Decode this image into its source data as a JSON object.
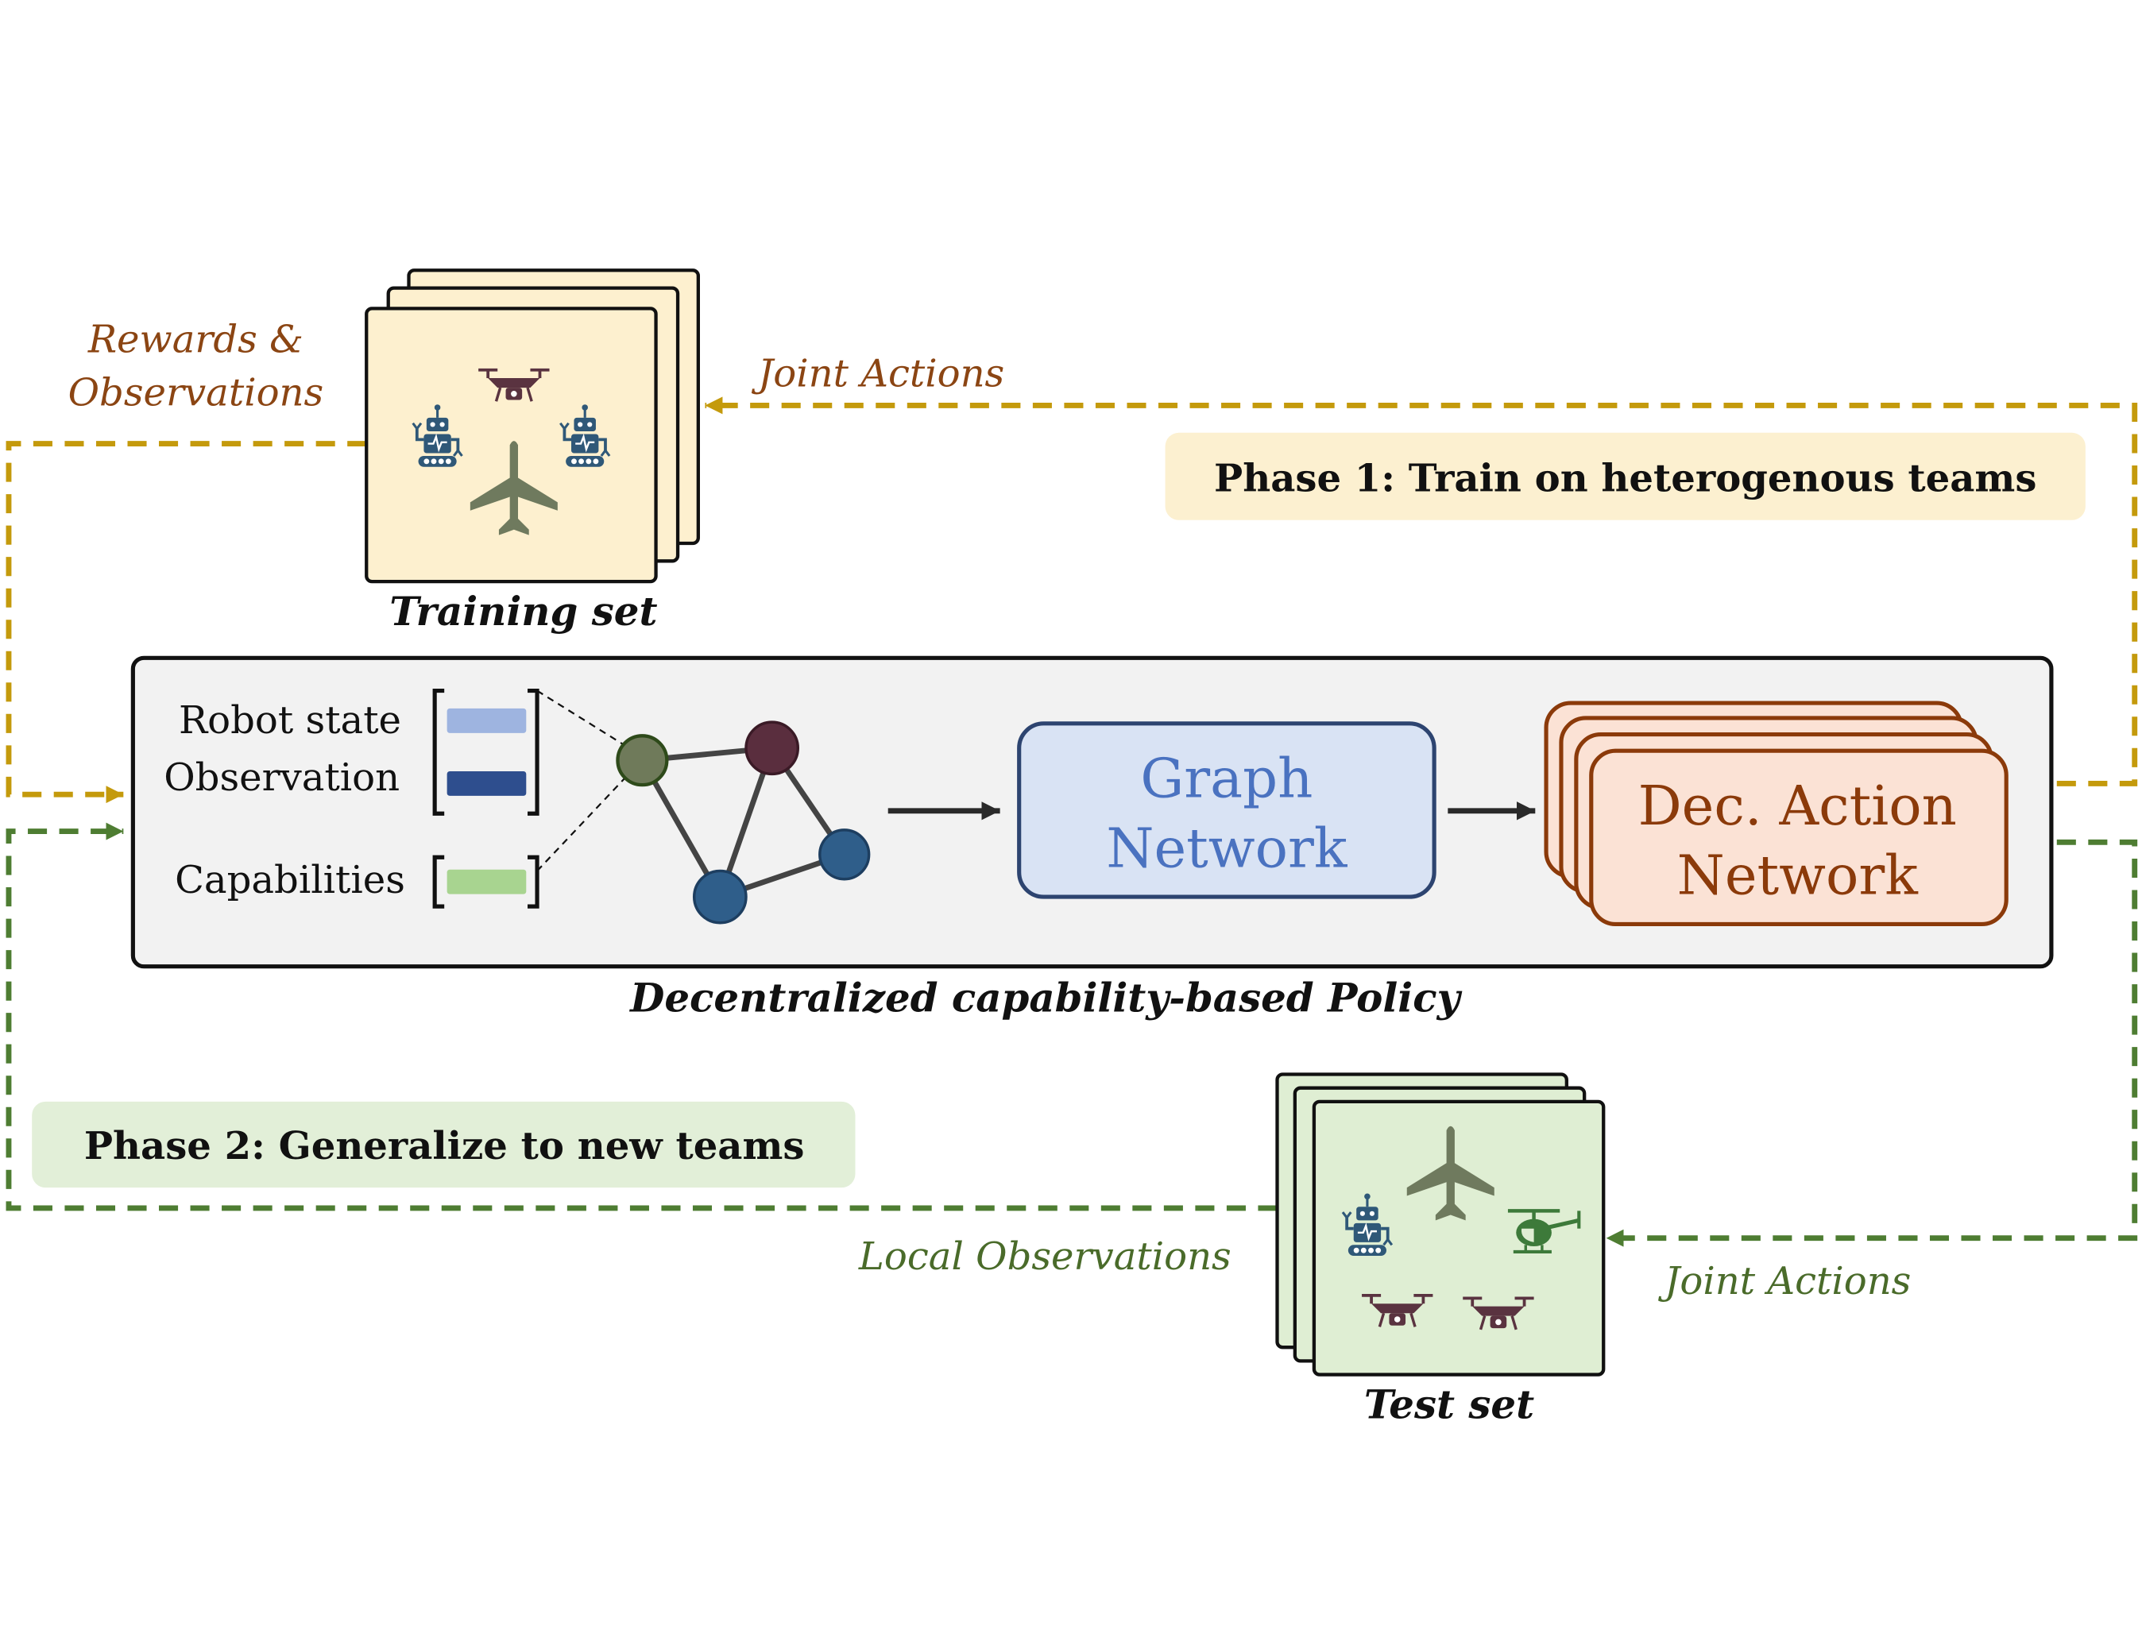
{
  "training": {
    "caption": "Training set",
    "in_label_line1": "Rewards &",
    "in_label_line2": "Observations",
    "actions_label": "Joint Actions"
  },
  "phase1": "Phase 1: Train on heterogenous teams",
  "policy": {
    "caption": "Decentralized capability-based Policy",
    "robot_state": "Robot state",
    "observation": "Observation",
    "capabilities": "Capabilities",
    "graph_line1": "Graph",
    "graph_line2": "Network",
    "action_line1": "Dec. Action",
    "action_line2": "Network"
  },
  "phase2": "Phase 2: Generalize to new teams",
  "test": {
    "caption": "Test set",
    "obs_label": "Local Observations",
    "actions_label": "Joint Actions"
  },
  "colors": {
    "gold": "#c49a0c",
    "green_dash": "#4e7d32",
    "brown_text": "#8b4513",
    "green_text": "#4a6b2a",
    "train_card": "#fdf0cf",
    "test_card": "#dfeed3",
    "phase1_bg": "#fcf0d0",
    "phase2_bg": "#e2efd8",
    "policy_bg": "#f2f2f2",
    "graph_fill": "#d9e3f4",
    "graph_border": "#2d4470",
    "graph_text": "#4a72c0",
    "action_fill": "#fbe2d5",
    "action_border": "#8b3a0a",
    "action_text": "#8b3a0a",
    "robot": "#2f5878",
    "plane": "#6f7a5e",
    "drone": "#5a3340",
    "heli": "#3d7a3a",
    "node_green": "#6f7a5a",
    "node_purple": "#5a2e3e",
    "node_blue": "#2f5e8a",
    "bar_light_blue": "#9eb4e0",
    "bar_dark_blue": "#2e4e8e",
    "bar_green": "#a8d490"
  },
  "icons": {
    "training": [
      "robot-icon",
      "drone-icon",
      "robot-icon",
      "airplane-icon"
    ],
    "test": [
      "airplane-icon",
      "robot-icon",
      "helicopter-icon",
      "drone-icon",
      "drone-icon"
    ]
  }
}
